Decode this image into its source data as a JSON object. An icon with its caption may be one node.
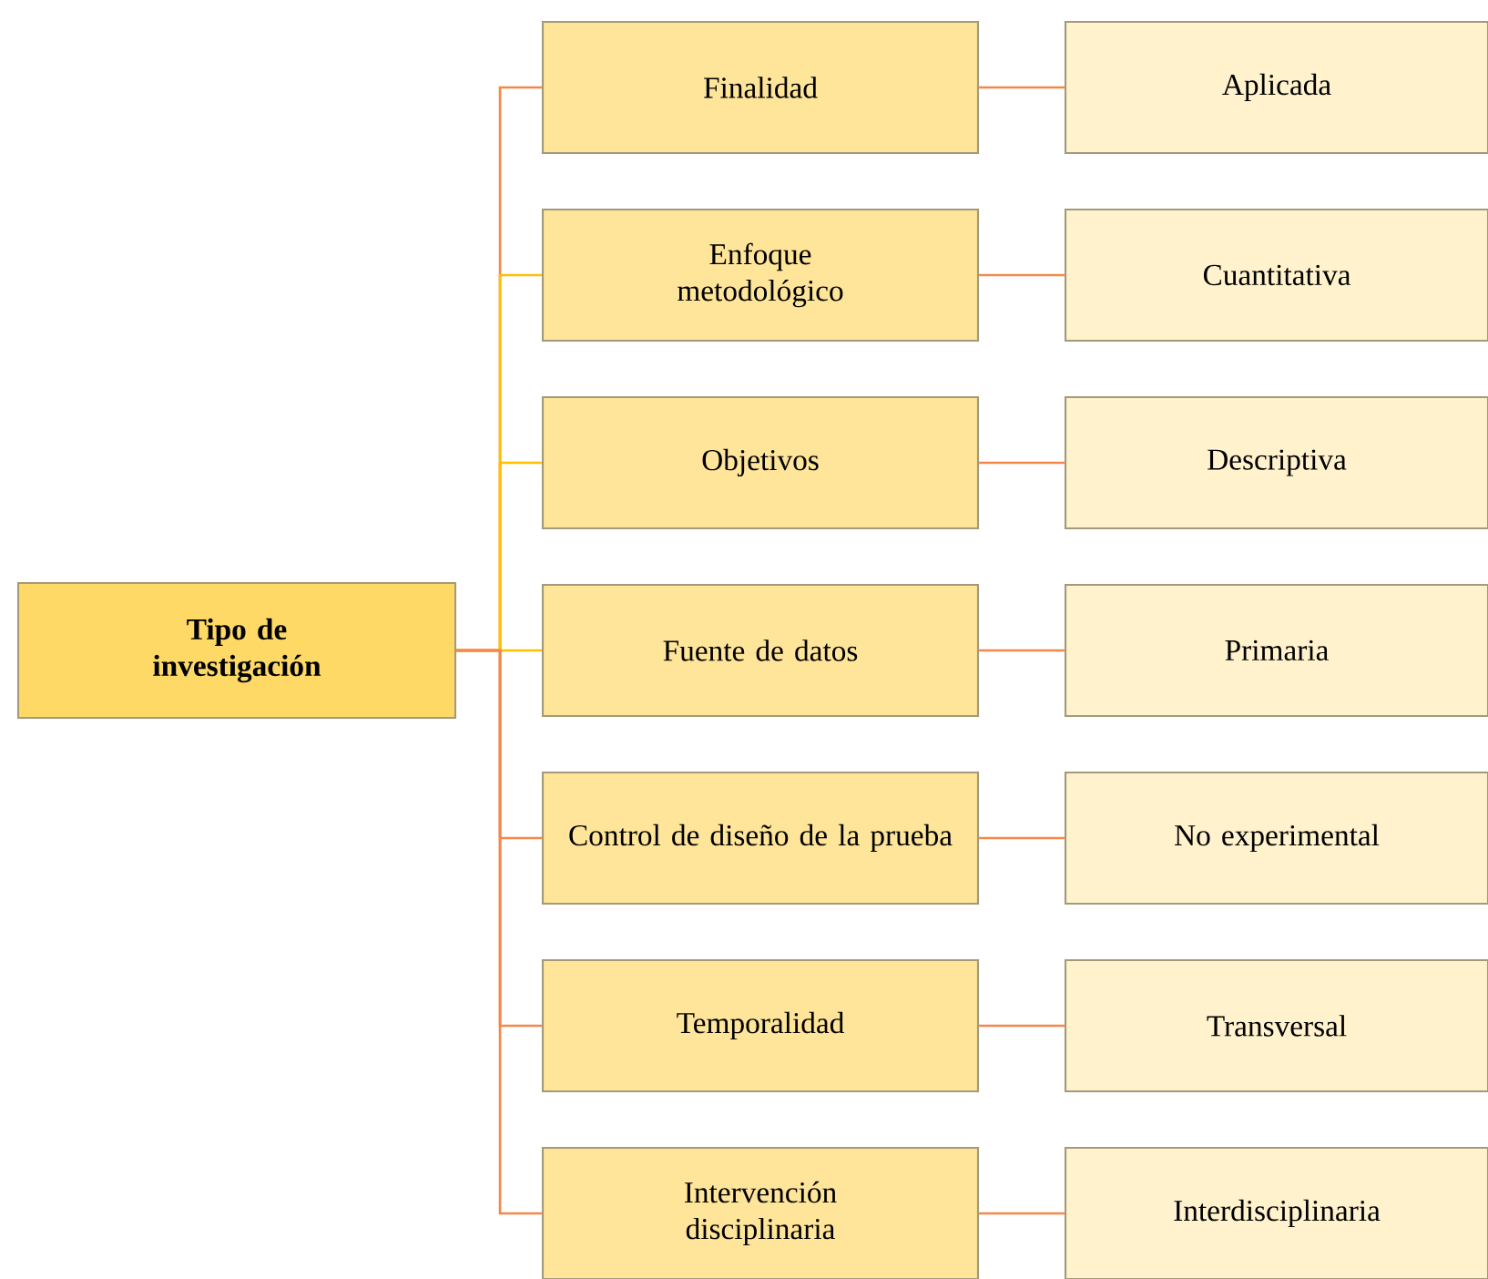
{
  "diagram": {
    "nodes": [
      {
        "text": [
          "**Tipo de investigación**"
        ]
      },
      {
        "text": [
          "Finalidad"
        ]
      },
      {
        "text": [
          "Aplicada"
        ]
      },
      {
        "text": [
          "Enfoque metodológico"
        ]
      },
      {
        "text": [
          "Cuantitativa"
        ]
      },
      {
        "text": [
          "Objetivos"
        ]
      },
      {
        "text": [
          "Descriptiva"
        ]
      },
      {
        "text": [
          "Fuente de datos"
        ]
      },
      {
        "text": [
          "Primaria"
        ]
      },
      {
        "text": [
          "Control de diseño de la prueba"
        ]
      },
      {
        "text": [
          "No experimental"
        ]
      },
      {
        "text": [
          "Temporalidad"
        ]
      },
      {
        "text": [
          "Transversal"
        ]
      },
      {
        "text": [
          "Intervención disciplinaria"
        ]
      },
      {
        "text": [
          "Interdisciplinaria"
        ]
      }
    ],
    "edges": [
      {
        "from": 0,
        "to": 1,
        "arrow": "none"
      },
      {
        "from": 0,
        "to": 3,
        "arrow": "none",
        "color": "#ffc000"
      },
      {
        "from": 0,
        "to": 5,
        "arrow": "none",
        "color": "#ffc000"
      },
      {
        "from": 0,
        "to": 7,
        "arrow": "none",
        "color": "#ffc000"
      },
      {
        "from": 0,
        "to": 9,
        "arrow": "none"
      },
      {
        "from": 0,
        "to": 11,
        "arrow": "none"
      },
      {
        "from": 0,
        "to": 13,
        "arrow": "none"
      },
      {
        "from": 1,
        "to": 2,
        "arrow": "none"
      },
      {
        "from": 3,
        "to": 4,
        "arrow": "none"
      },
      {
        "from": 5,
        "to": 6,
        "arrow": "none"
      },
      {
        "from": 7,
        "to": 8,
        "arrow": "none"
      },
      {
        "from": 9,
        "to": 10,
        "arrow": "none"
      },
      {
        "from": 11,
        "to": 12,
        "arrow": "none"
      },
      {
        "from": 13,
        "to": 14,
        "arrow": "none"
      }
    ]
  }
}
